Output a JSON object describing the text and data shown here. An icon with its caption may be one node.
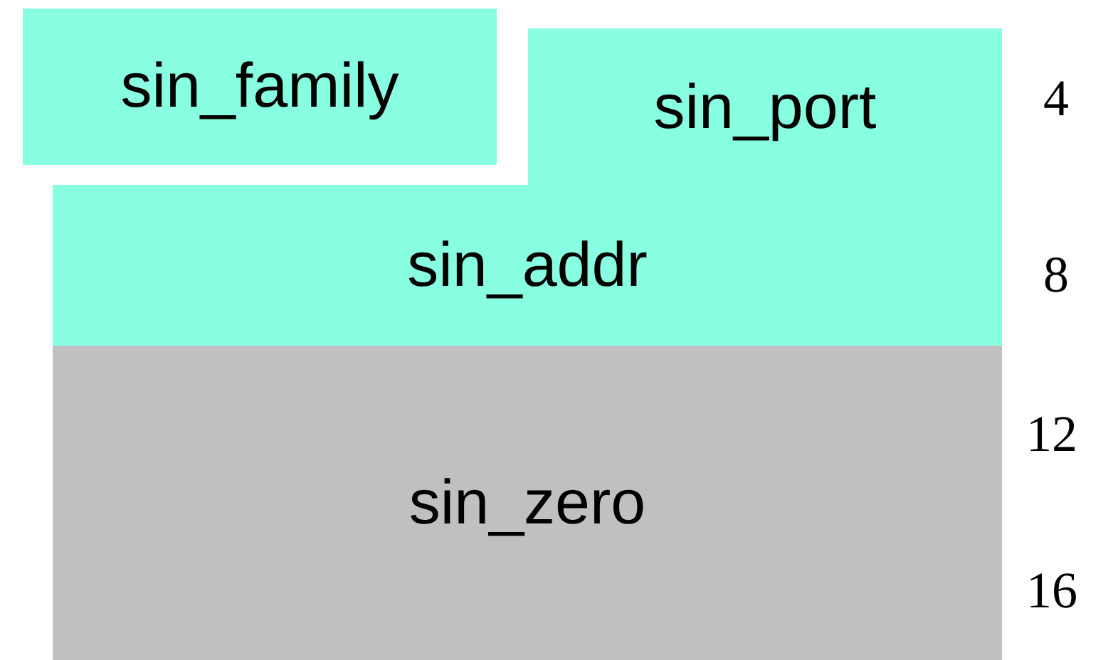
{
  "diagram": {
    "nodes": [
      {
        "text": [
          "sin_family"
        ]
      },
      {
        "text": [
          "sin_port"
        ]
      },
      {
        "text": [
          "sin_addr"
        ]
      },
      {
        "text": [
          "sin_zero"
        ]
      }
    ],
    "labels": [
      "4",
      "8",
      "12",
      "16"
    ]
  }
}
